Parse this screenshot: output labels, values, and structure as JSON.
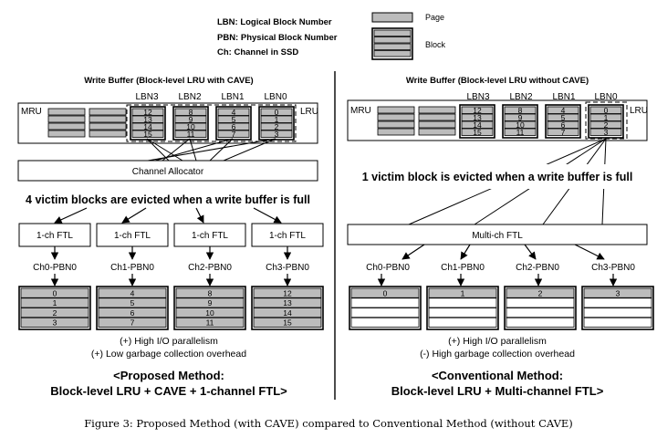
{
  "legend": {
    "lbn": "LBN: Logical Block Number",
    "pbn": "PBN: Physical Block Number",
    "ch": "Ch: Channel in SSD",
    "page": "Page",
    "block": "Block"
  },
  "left": {
    "title": "Write Buffer (Block-level LRU with CAVE)",
    "mru": "MRU",
    "lru": "LRU",
    "lbns": [
      "LBN3",
      "LBN2",
      "LBN1",
      "LBN0"
    ],
    "buffer_blocks": [
      [
        "12",
        "13",
        "14",
        "15"
      ],
      [
        "8",
        "9",
        "10",
        "11"
      ],
      [
        "4",
        "5",
        "6",
        "7"
      ],
      [
        "0",
        "1",
        "2",
        "3"
      ]
    ],
    "allocator": "Channel Allocator",
    "eviction": "4 victim blocks are evicted when a write buffer is full",
    "ftl": [
      "1-ch FTL",
      "1-ch FTL",
      "1-ch FTL",
      "1-ch FTL"
    ],
    "pbns": [
      "Ch0-PBN0",
      "Ch1-PBN0",
      "Ch2-PBN0",
      "Ch3-PBN0"
    ],
    "flash_blocks": [
      [
        "0",
        "1",
        "2",
        "3"
      ],
      [
        "4",
        "5",
        "6",
        "7"
      ],
      [
        "8",
        "9",
        "10",
        "11"
      ],
      [
        "12",
        "13",
        "14",
        "15"
      ]
    ],
    "pro1": "(+) High I/O parallelism",
    "pro2": "(+) Low garbage collection overhead",
    "method1": "<Proposed Method:",
    "method2": "Block-level LRU + CAVE + 1-channel FTL>"
  },
  "right": {
    "title": "Write Buffer (Block-level LRU without CAVE)",
    "mru": "MRU",
    "lru": "LRU",
    "lbns": [
      "LBN3",
      "LBN2",
      "LBN1",
      "LBN0"
    ],
    "buffer_blocks": [
      [
        "12",
        "13",
        "14",
        "15"
      ],
      [
        "8",
        "9",
        "10",
        "11"
      ],
      [
        "4",
        "5",
        "6",
        "7"
      ],
      [
        "0",
        "1",
        "2",
        "3"
      ]
    ],
    "eviction": "1 victim block is evicted when a write buffer is full",
    "ftl": "Multi-ch FTL",
    "pbns": [
      "Ch0-PBN0",
      "Ch1-PBN0",
      "Ch2-PBN0",
      "Ch3-PBN0"
    ],
    "flash_blocks": [
      [
        "0",
        "",
        "",
        ""
      ],
      [
        "1",
        "",
        "",
        ""
      ],
      [
        "2",
        "",
        "",
        ""
      ],
      [
        "3",
        "",
        "",
        ""
      ]
    ],
    "pro1": "(+) High I/O parallelism",
    "pro2": "(-) High garbage collection overhead",
    "method1": "<Conventional Method:",
    "method2": "Block-level LRU + Multi-channel FTL>"
  },
  "caption": "Figure 3: Proposed Method (with CAVE) compared to Conventional Method (without CAVE)"
}
